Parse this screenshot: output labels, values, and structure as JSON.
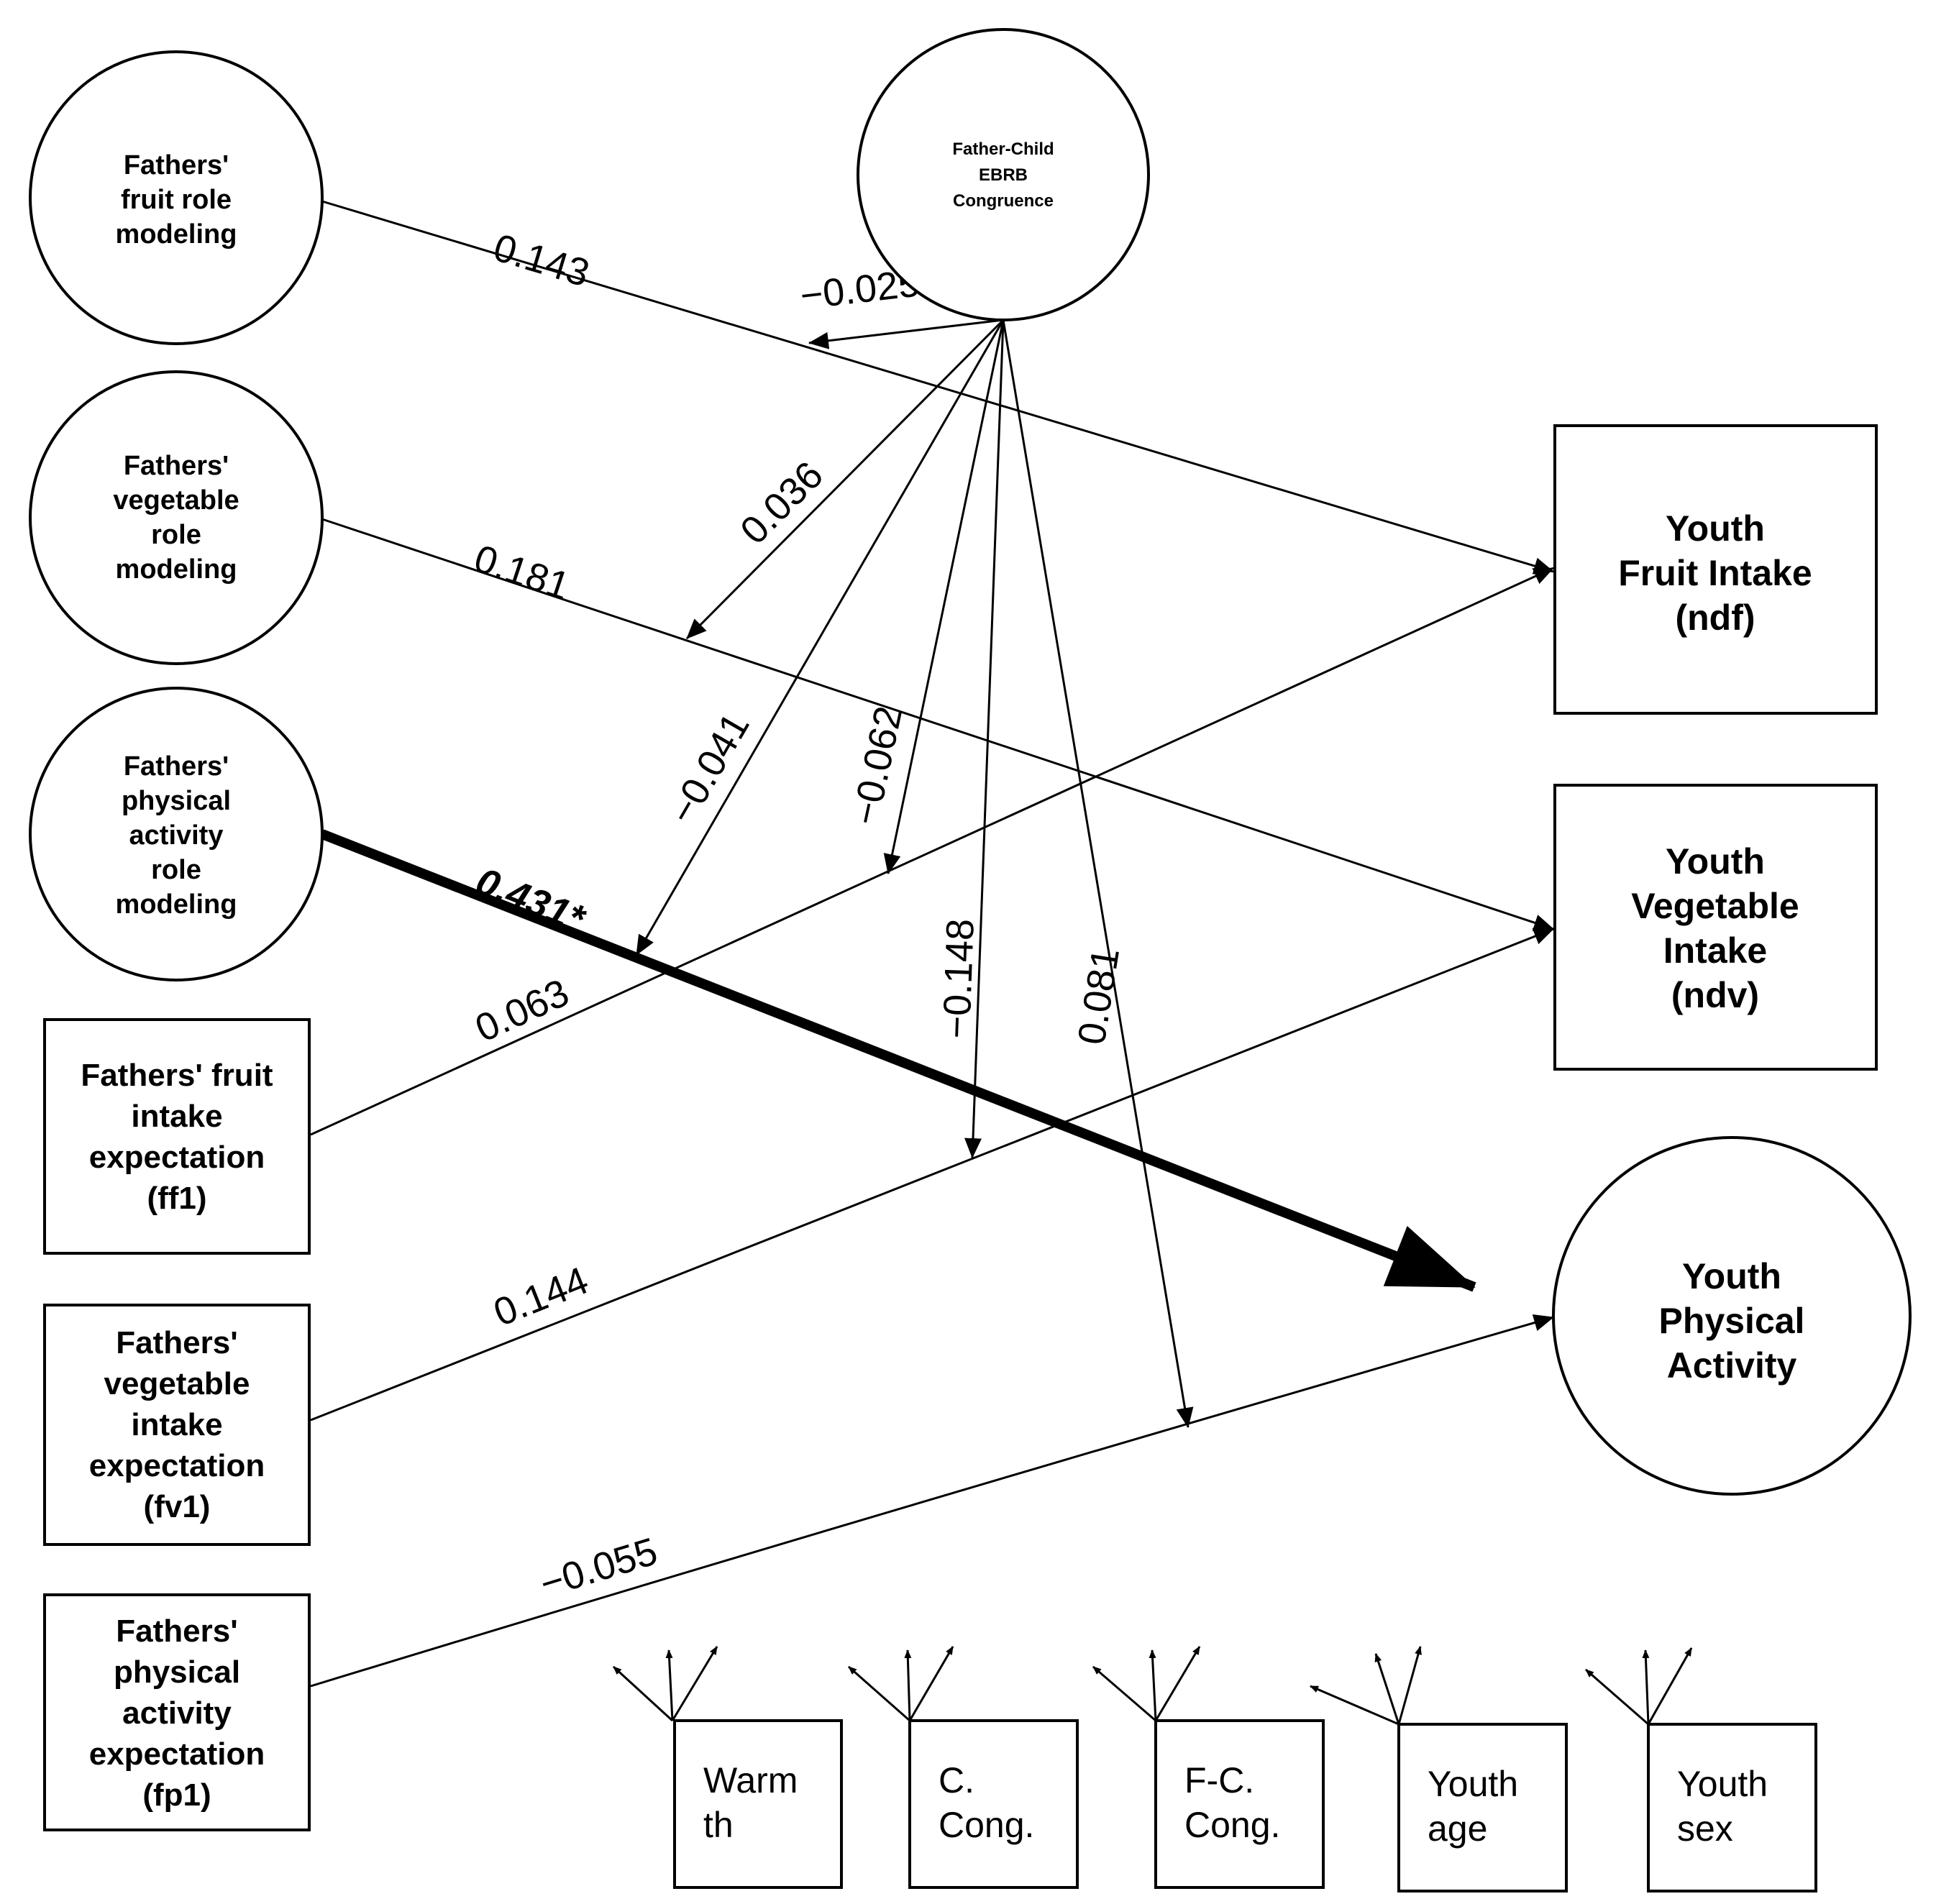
{
  "nodes": {
    "fruit_role": {
      "lines": [
        "Fathers'",
        "fruit role",
        "modeling"
      ]
    },
    "veg_role": {
      "lines": [
        "Fathers'",
        "vegetable",
        "role",
        "modeling"
      ]
    },
    "pa_role": {
      "lines": [
        "Fathers'",
        "physical",
        "activity",
        "role",
        "modeling"
      ]
    },
    "fruit_exp": {
      "lines": [
        "Fathers' fruit",
        "intake",
        "expectation",
        "(ff1)"
      ]
    },
    "veg_exp": {
      "lines": [
        "Fathers'",
        "vegetable",
        "intake",
        "expectation",
        "(fv1)"
      ]
    },
    "pa_exp": {
      "lines": [
        "Fathers'",
        "physical",
        "activity",
        "expectation",
        "(fp1)"
      ]
    },
    "congruence": {
      "lines": [
        "Father-Child",
        "EBRB",
        "Congruence"
      ]
    },
    "youth_fruit": {
      "lines": [
        "Youth",
        "Fruit Intake",
        "(ndf)"
      ]
    },
    "youth_veg": {
      "lines": [
        "Youth",
        "Vegetable",
        "Intake",
        "(ndv)"
      ]
    },
    "youth_pa": {
      "lines": [
        "Youth",
        "Physical",
        "Activity"
      ]
    }
  },
  "controls": [
    {
      "lines": [
        "Warm",
        "th"
      ]
    },
    {
      "lines": [
        "C.",
        "Cong."
      ]
    },
    {
      "lines": [
        "F-C.",
        "Cong."
      ]
    },
    {
      "lines": [
        "Youth",
        "age"
      ]
    },
    {
      "lines": [
        "Youth",
        "sex"
      ]
    }
  ],
  "paths": {
    "fruit_role_to_fruit": "0.143",
    "veg_role_to_veg": "0.181",
    "pa_role_to_pa": "0.431*",
    "fruit_exp_to_fruit": "0.063",
    "veg_exp_to_veg": "0.144",
    "pa_exp_to_pa": "−0.055"
  },
  "moderation": {
    "m1": "−0.025",
    "m2": "0.036",
    "m3": "−0.041",
    "m4": "−0.062",
    "m5": "−0.148",
    "m6": "0.081"
  }
}
